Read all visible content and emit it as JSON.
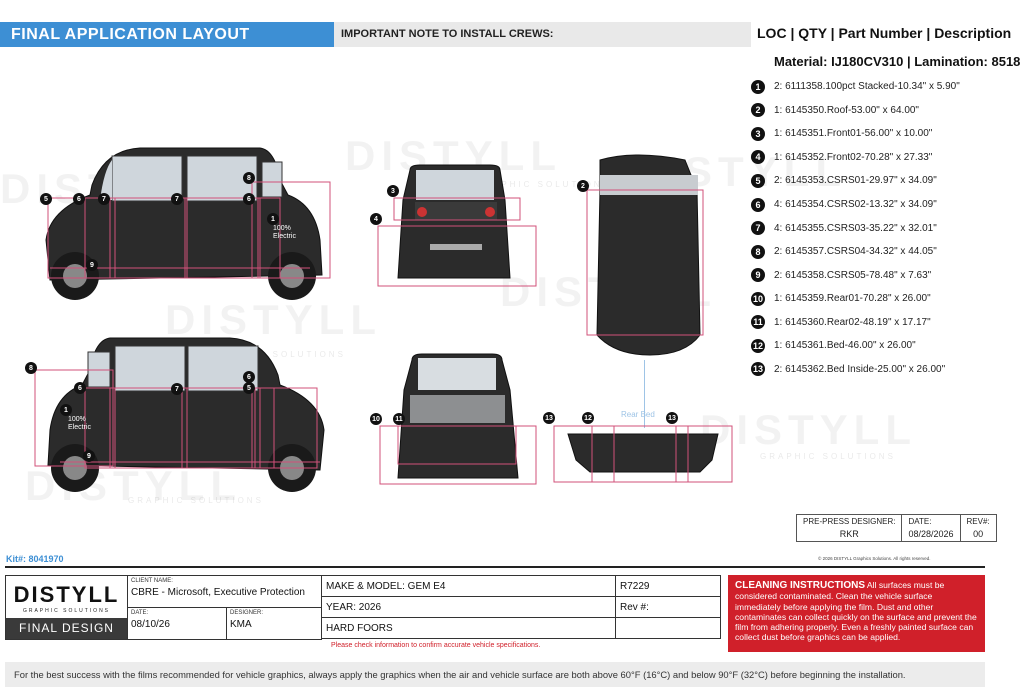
{
  "header": {
    "title": "FINAL APPLICATION LAYOUT",
    "note": "IMPORTANT NOTE TO INSTALL CREWS:",
    "legend_heading": "LOC | QTY | Part Number | Description",
    "material": "Material: IJ180CV310 | Lamination: 8518"
  },
  "legend": [
    {
      "loc": "1",
      "text": "2: 6111358.100pct Stacked-10.34\" x 5.90\""
    },
    {
      "loc": "2",
      "text": "1: 6145350.Roof-53.00\" x 64.00\""
    },
    {
      "loc": "3",
      "text": "1: 6145351.Front01-56.00\" x 10.00\""
    },
    {
      "loc": "4",
      "text": "1: 6145352.Front02-70.28\" x 27.33\""
    },
    {
      "loc": "5",
      "text": "2: 6145353.CSRS01-29.97\" x 34.09\""
    },
    {
      "loc": "6",
      "text": "4: 6145354.CSRS02-13.32\" x 34.09\""
    },
    {
      "loc": "7",
      "text": "4: 6145355.CSRS03-35.22\" x 32.01\""
    },
    {
      "loc": "8",
      "text": "2: 6145357.CSRS04-34.32\" x 44.05\""
    },
    {
      "loc": "9",
      "text": "2: 6145358.CSRS05-78.48\" x 7.63\""
    },
    {
      "loc": "10",
      "text": "1: 6145359.Rear01-70.28\" x 26.00\""
    },
    {
      "loc": "11",
      "text": "1: 6145360.Rear02-48.19\" x 17.17\""
    },
    {
      "loc": "12",
      "text": "1: 6145361.Bed-46.00\" x 26.00\""
    },
    {
      "loc": "13",
      "text": "2: 6145362.Bed Inside-25.00\" x 26.00\""
    }
  ],
  "watermark": {
    "brand": "DISTYLL",
    "tagline": "GRAPHIC SOLUTIONS"
  },
  "vehicle_labels": {
    "electric_line1": "100%",
    "electric_line2": "Electric",
    "rear_bed": "Rear Bed"
  },
  "signoff": {
    "designer_label": "PRE-PRESS DESIGNER:",
    "designer": "RKR",
    "date_label": "DATE:",
    "date": "08/28/2026",
    "rev_label": "REV#:",
    "rev": "00"
  },
  "kit": "Kit#: 8041970",
  "copyright": "© 2026 DISTYLL Graphics Solutions. All rights reserved.",
  "title_block": {
    "logo": "DISTYLL",
    "logo_sub": "GRAPHIC SOLUTIONS",
    "final_design": "FINAL DESIGN",
    "client_label": "CLIENT NAME:",
    "client": "CBRE - Microsoft, Executive Protection",
    "date_label": "DATE:",
    "date": "08/10/26",
    "designer_label": "DESIGNER:",
    "designer": "KMA",
    "make_model": "MAKE & MODEL: GEM E4",
    "year": "YEAR:  2026",
    "doors": "HARD FOORS",
    "job": "R7229",
    "rev": "Rev #:",
    "warning": "Please check information to confirm accurate vehicle specifications."
  },
  "cleaning": {
    "title": "CLEANING INSTRUCTIONS",
    "body": "All surfaces must be considered contaminated. Clean the vehicle surface immediately before applying the film. Dust and other contaminates can collect quickly on the surface and prevent the film from adhering properly. Even a freshly painted surface can collect dust before graphics can be applied."
  },
  "footer": "For the best success with the films recommended for vehicle graphics, always apply the graphics when the air and vehicle surface are both above 60°F (16°C) and below 90°F (32°C) before beginning the installation.",
  "colors": {
    "accent": "#3d8fd4",
    "panel_outline": "#d2507a",
    "cleaning_bg": "#d0202a"
  }
}
